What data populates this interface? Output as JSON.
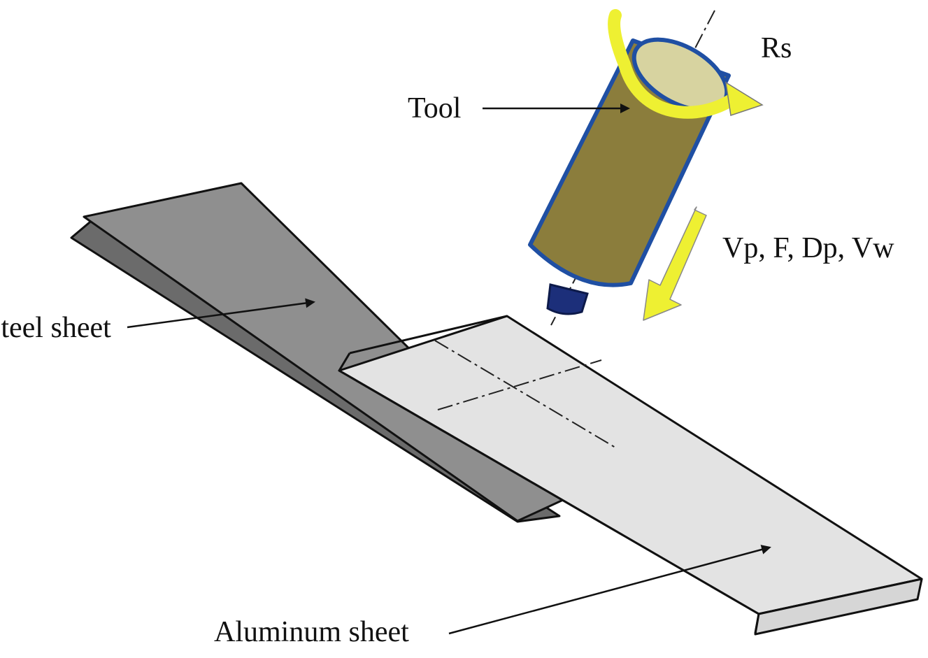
{
  "labels": {
    "tool": "Tool",
    "rotation": "Rs",
    "parameters": "Vp, F, Dp, Vw",
    "steel": "Steel sheet",
    "aluminum": "Aluminum sheet"
  },
  "colors": {
    "steel_top": "#8f8f8f",
    "steel_side": "#6b6b6b",
    "aluminum_top": "#e3e3e3",
    "aluminum_side": "#cfcfcf",
    "tool_body": "#8b7d3c",
    "tool_outline": "#1f4fa3",
    "arrow_yellow": "#eef032"
  }
}
